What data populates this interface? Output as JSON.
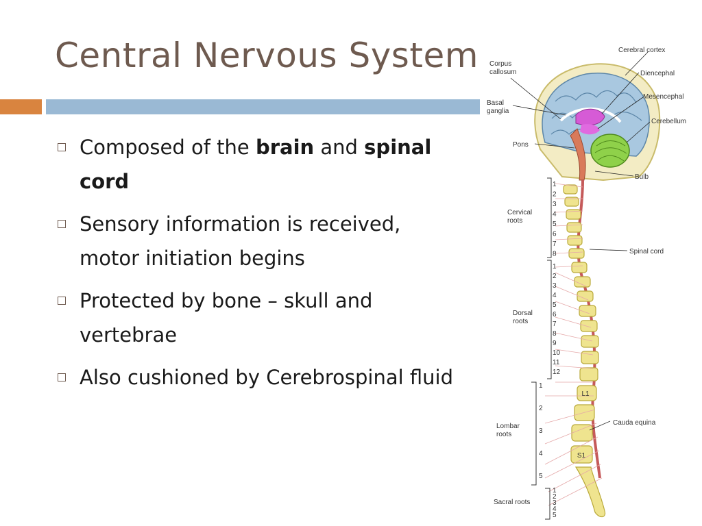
{
  "slide": {
    "title": "Central Nervous System",
    "accent_color": "#d9843f",
    "band_color": "#9ab9d4",
    "title_color": "#6e5a4f"
  },
  "bullets": [
    {
      "parts": [
        {
          "t": "Composed of the "
        },
        {
          "t": "brain",
          "b": true
        },
        {
          "t": " and "
        },
        {
          "t": "spinal cord",
          "b": true
        }
      ]
    },
    {
      "parts": [
        {
          "t": "Sensory information is received, motor initiation begins"
        }
      ]
    },
    {
      "parts": [
        {
          "t": "Protected by bone – skull and vertebrae"
        }
      ]
    },
    {
      "parts": [
        {
          "t": "Also cushioned by Cerebrospinal fluid"
        }
      ]
    }
  ],
  "figure": {
    "labels": {
      "corpus_callosum": [
        "Corpus",
        "callosum"
      ],
      "cerebral_cortex": "Cerebral cortex",
      "diencephal": "Diencephal",
      "mesencephal": "Mesencephal",
      "basal_ganglia": [
        "Basal",
        "ganglia"
      ],
      "cerebellum": "Cerebellum",
      "pons": "Pons",
      "bulb": "Bulb",
      "cervical_roots": [
        "Cervical",
        "roots"
      ],
      "spinal_cord": "Spinal cord",
      "dorsal_roots": [
        "Dorsal",
        "roots"
      ],
      "lombar_roots": [
        "Lombar",
        "roots"
      ],
      "cauda_equina": "Cauda equina",
      "sacral_roots": "Sacral roots"
    },
    "cervical_numbers": [
      "1",
      "2",
      "3",
      "4",
      "5",
      "6",
      "7",
      "8"
    ],
    "dorsal_numbers": [
      "1",
      "2",
      "3",
      "4",
      "5",
      "6",
      "7",
      "8",
      "9",
      "10",
      "11",
      "12"
    ],
    "lumbar_numbers": [
      "1",
      "2",
      "3",
      "4",
      "5"
    ],
    "sacral_numbers": [
      "1",
      "2",
      "3",
      "4",
      "5"
    ],
    "vertebra_marks": [
      "L1",
      "S1"
    ]
  }
}
